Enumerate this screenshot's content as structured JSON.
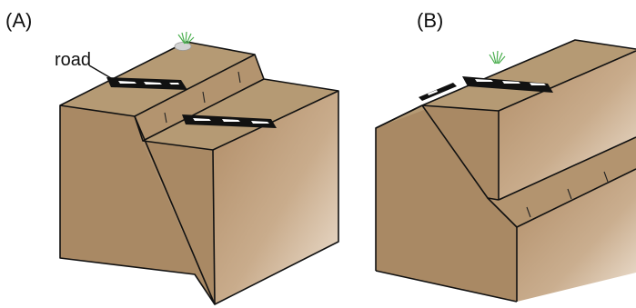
{
  "panels": {
    "a": {
      "label": "(A)",
      "road_label": "road"
    },
    "b": {
      "label": "(B)"
    }
  },
  "colors": {
    "top": "#b59a74",
    "front": "#aa8a65",
    "side_light": "#e6d6c3",
    "side_dark": "#b59472",
    "outline": "#111111",
    "road": "#111111",
    "grass": "#4caf50",
    "stone": "#d3d3d3"
  }
}
